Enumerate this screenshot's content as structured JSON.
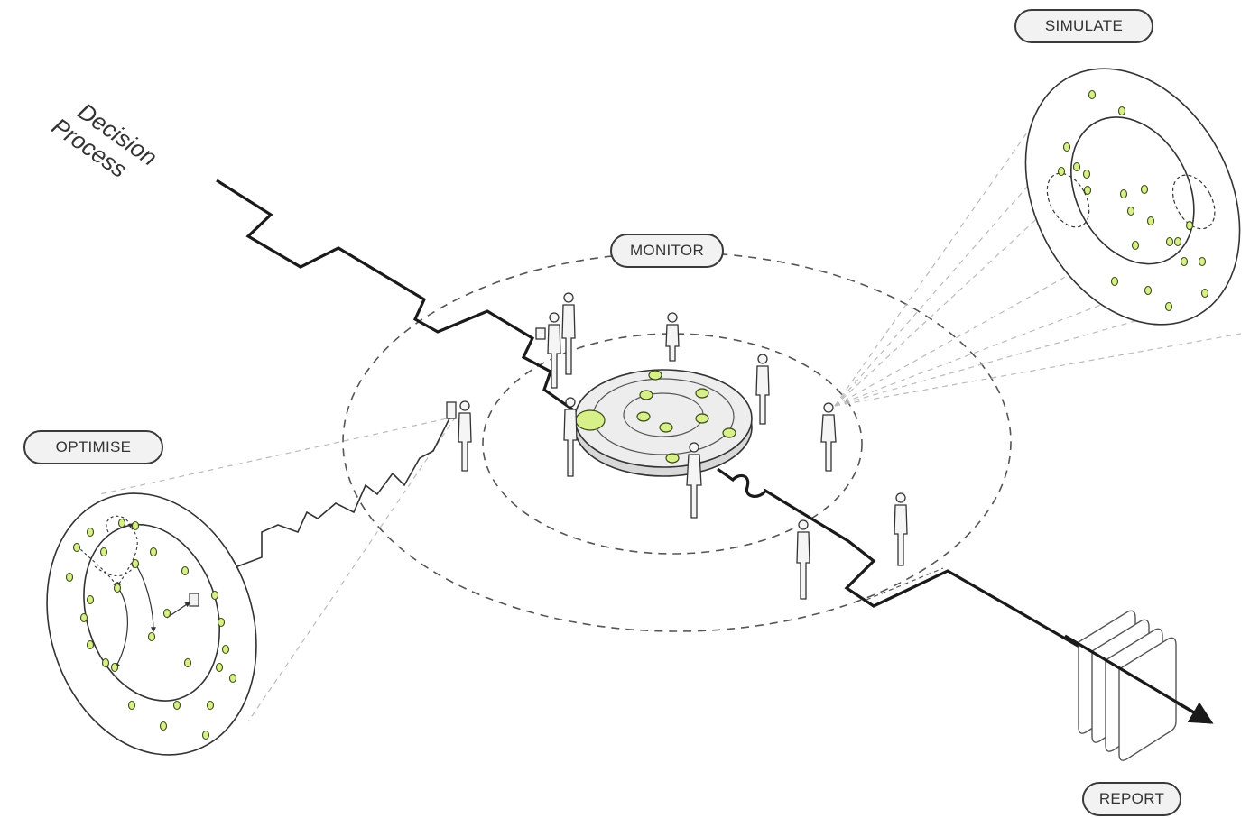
{
  "title": {
    "line1": "Decision",
    "line2": "Process"
  },
  "stages": {
    "simulate": "SIMULATE",
    "monitor": "MONITOR",
    "optimise": "OPTIMISE",
    "report": "REPORT"
  },
  "colors": {
    "line": "#1a1a1a",
    "dashed": "#555555",
    "node_fill": "#d7f08a",
    "node_stroke": "#3a4a10",
    "table_fill": "#ededed",
    "pill_fill": "#f2f2f2"
  }
}
